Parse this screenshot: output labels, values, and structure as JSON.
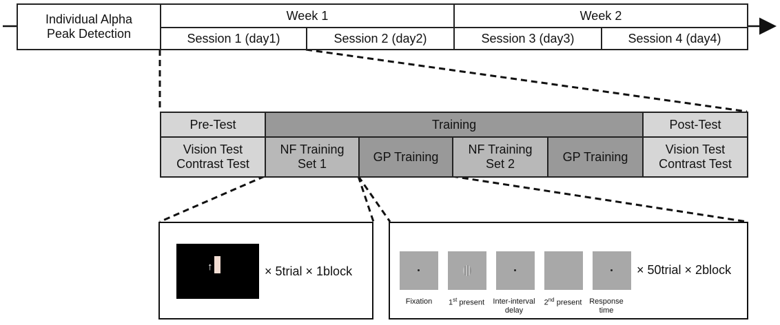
{
  "timeline": {
    "alpha_label_line1": "Individual Alpha",
    "alpha_label_line2": "Peak Detection",
    "weeks": [
      "Week 1",
      "Week 2"
    ],
    "sessions": [
      "Session 1 (day1)",
      "Session 2 (day2)",
      "Session 3 (day3)",
      "Session 4 (day4)"
    ]
  },
  "session_detail": {
    "headers": {
      "pre": "Pre-Test",
      "training": "Training",
      "post": "Post-Test"
    },
    "pre_line1": "Vision Test",
    "pre_line2": "Contrast Test",
    "nf1_line1": "NF Training",
    "nf1_line2": "Set 1",
    "gp1": "GP Training",
    "nf2_line1": "NF Training",
    "nf2_line2": "Set 2",
    "gp2": "GP Training",
    "post_line1": "Vision Test",
    "post_line2": "Contrast Test"
  },
  "nf_panel": {
    "repeat": "× 5trial × 1block"
  },
  "gp_panel": {
    "repeat": "× 50trial × 2block",
    "steps": {
      "fixation": "Fixation",
      "first_present_num": "1",
      "first_present_sup": "st",
      "first_present_rest": " present",
      "delay_line1": "Inter-interval",
      "delay_line2": "delay",
      "second_present_num": "2",
      "second_present_sup": "nd",
      "second_present_rest": " present",
      "response_line1": "Response",
      "response_line2": "time"
    }
  },
  "colors": {
    "light_gray": "#d6d6d6",
    "mid_gray": "#b8b8b8",
    "dark_gray": "#999999",
    "stimulus_bg": "#000000",
    "bar": "#f2ddd3"
  }
}
